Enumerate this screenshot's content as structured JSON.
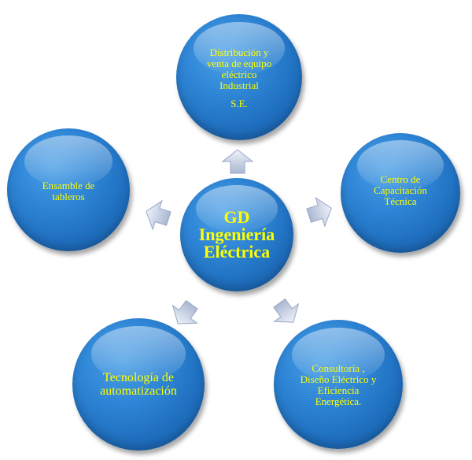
{
  "diagram": {
    "center": {
      "lines": [
        "GD",
        "Ingeniería",
        "Eléctrica"
      ]
    },
    "nodes": {
      "top": {
        "lines": [
          "Distribución y",
          "venta de equipo",
          "eléctrico",
          "Industrial"
        ],
        "suffix": "S.E."
      },
      "right": {
        "lines": [
          "Centro de",
          "Capacitación",
          "Técnica"
        ]
      },
      "bottom_right": {
        "lines": [
          "Consultoría ,",
          "Diseño Eléctrico y",
          "Eficiencia",
          "Energética."
        ]
      },
      "bottom_left": {
        "lines": [
          "Tecnología de",
          "automatización"
        ]
      },
      "left": {
        "lines": [
          "Ensamble de",
          "tableros"
        ]
      }
    },
    "colors": {
      "circle": "#2f86d6",
      "text": "#ffff00",
      "arrow": "#c9d3e6"
    },
    "icons": {
      "connector": "block-arrow"
    }
  }
}
